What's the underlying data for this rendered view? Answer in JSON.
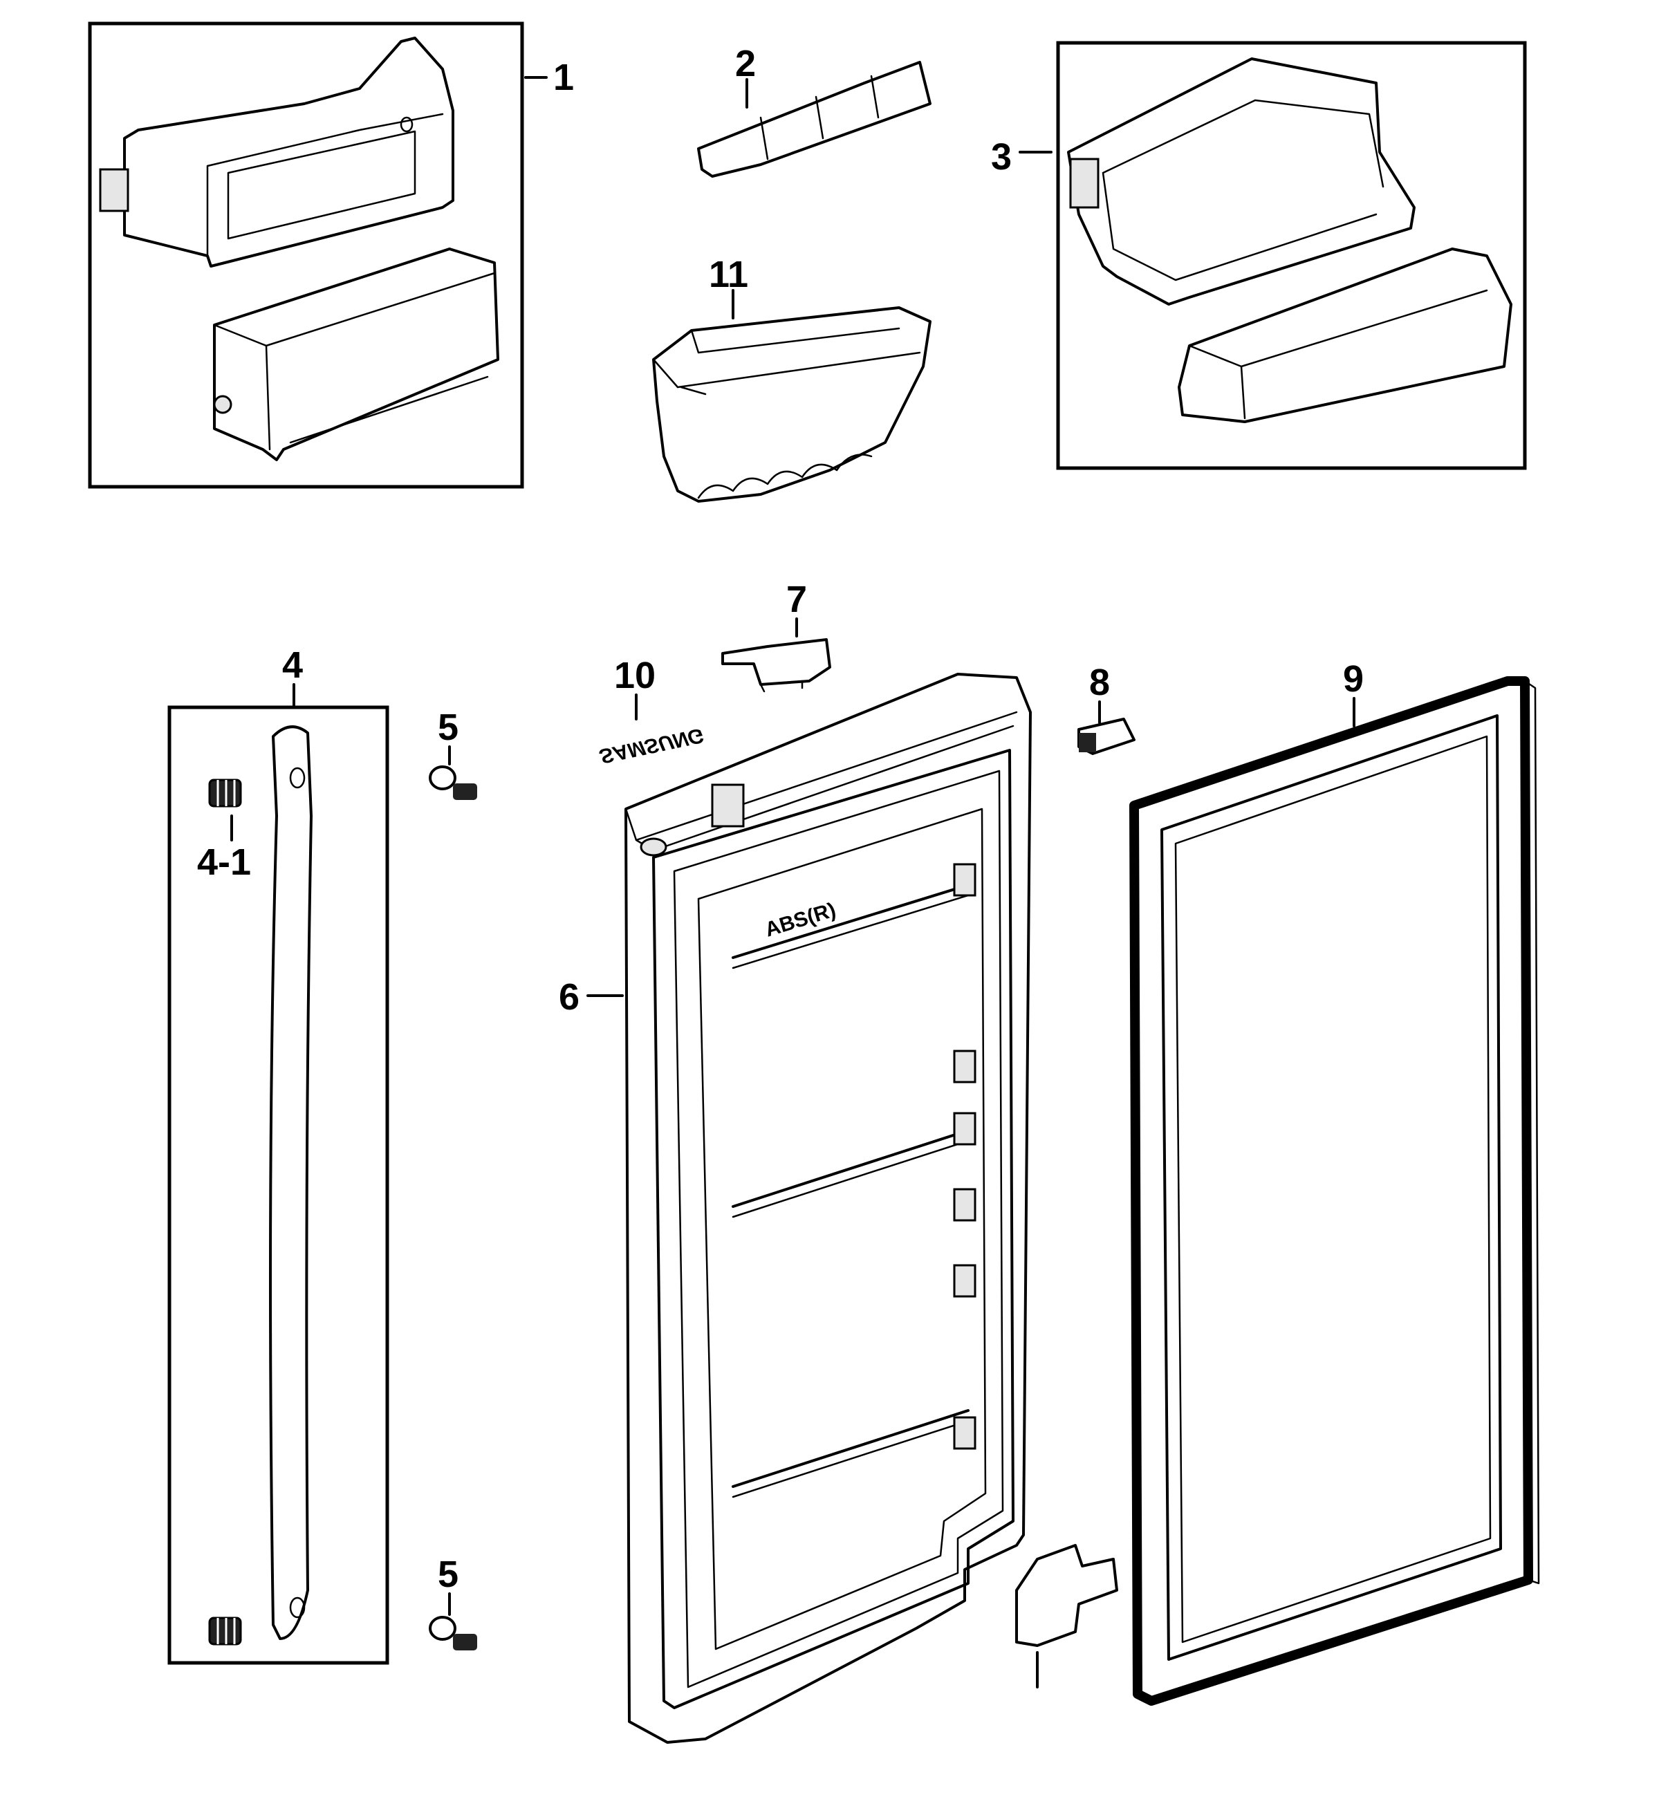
{
  "callouts": {
    "c1": "1",
    "c2": "2",
    "c3": "3",
    "c4": "4",
    "c4_1": "4-1",
    "c5_top": "5",
    "c5_bottom": "5",
    "c6": "6",
    "c7": "7",
    "c8": "8",
    "c9": "9",
    "c10": "10",
    "c11": "11"
  },
  "markings": {
    "badge_text": "SAMSUNG",
    "liner_text": "ABS(R)"
  }
}
